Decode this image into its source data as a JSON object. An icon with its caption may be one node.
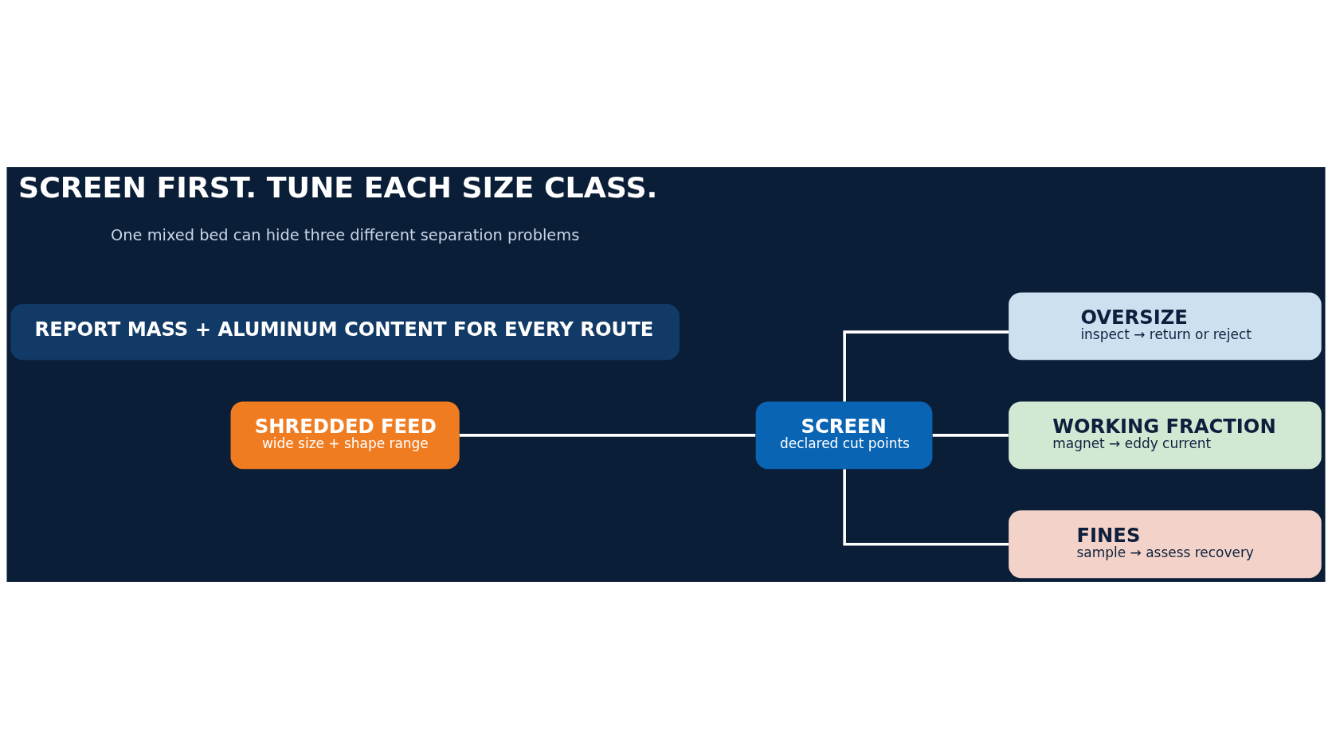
{
  "diagram": {
    "title": "SCREEN FIRST. TUNE EACH SIZE CLASS.",
    "nodes": [
      {
        "text": [
          "SHREDDED FEED",
          "wide size + shape range"
        ]
      },
      {
        "text": [
          "SCREEN",
          "declared cut points"
        ]
      },
      {
        "text": [
          "OVERSIZE",
          "inspect → return or reject"
        ]
      },
      {
        "text": [
          "WORKING FRACTION",
          "magnet → eddy current"
        ]
      },
      {
        "text": [
          "FINES",
          "sample → assess recovery"
        ]
      },
      {
        "text": [
          "REPORT MASS + ALUMINUM CONTENT FOR EVERY ROUTE"
        ]
      }
    ],
    "edges": [
      {
        "from": 0,
        "to": 1,
        "arrow": "none"
      },
      {
        "from": 1,
        "to": 2,
        "arrow": "none"
      },
      {
        "from": 1,
        "to": 3,
        "arrow": "none"
      },
      {
        "from": 1,
        "to": 4,
        "arrow": "none"
      }
    ],
    "labels": [
      "One mixed bed can hide three different separation problems"
    ]
  }
}
